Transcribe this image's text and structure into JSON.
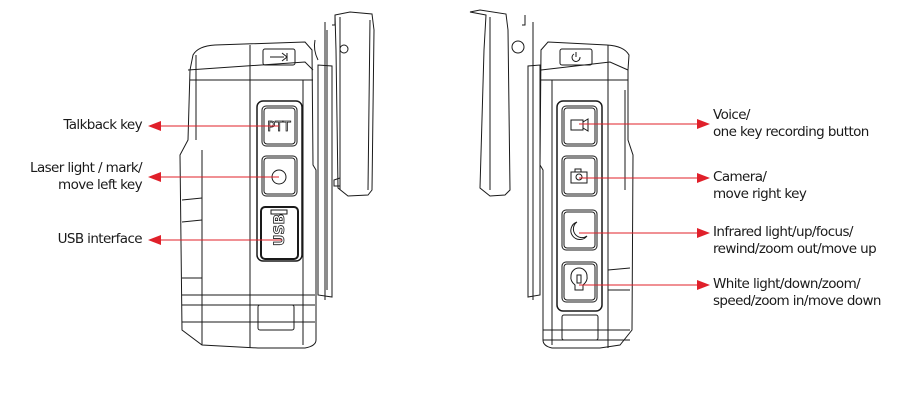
{
  "diagram": {
    "accent_color": "#e0202a",
    "line_color": "#1a1a1a",
    "left_view": {
      "callouts": [
        {
          "id": "ptt",
          "lines": [
            "Talkback key"
          ],
          "button_text": "PTT"
        },
        {
          "id": "laser",
          "lines": [
            "Laser light / mark/",
            "move left key"
          ],
          "button_icon": "circle-icon"
        },
        {
          "id": "usb",
          "lines": [
            "USB interface"
          ],
          "button_text": "USB"
        }
      ],
      "top_icon": "video-record-icon"
    },
    "right_view": {
      "callouts": [
        {
          "id": "voice",
          "lines": [
            "Voice/",
            "one key recording button"
          ],
          "button_icon": "video-camera-icon"
        },
        {
          "id": "camera",
          "lines": [
            "Camera/",
            "move right key"
          ],
          "button_icon": "camera-icon"
        },
        {
          "id": "infrared",
          "lines": [
            "Infrared light/up/focus/",
            "rewind/zoom out/move up"
          ],
          "button_icon": "moon-icon"
        },
        {
          "id": "white",
          "lines": [
            "White light/down/zoom/",
            "speed/zoom in/move down"
          ],
          "button_icon": "flashlight-icon"
        }
      ],
      "top_icon": "power-icon"
    }
  }
}
